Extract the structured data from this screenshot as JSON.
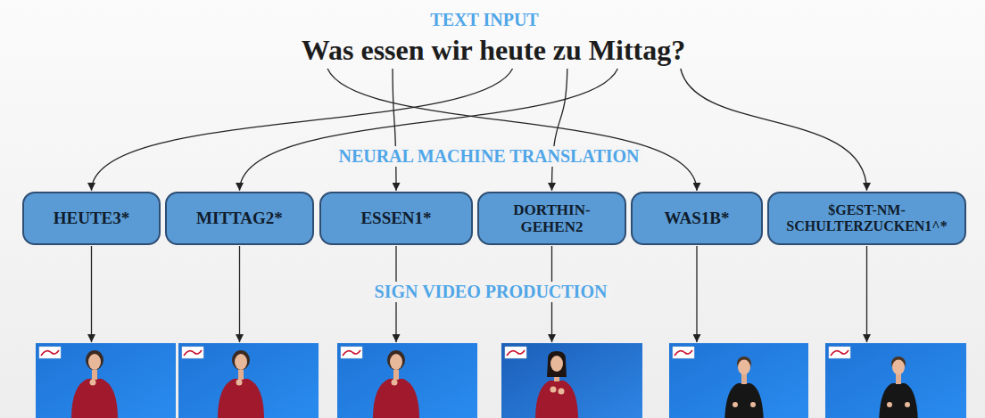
{
  "diagram": {
    "nodes": [
      {
        "text": [
          "HEUTE3*"
        ]
      },
      {
        "text": [
          "MITTAG2*"
        ]
      },
      {
        "text": [
          "ESSEN1*"
        ]
      },
      {
        "text": [
          "DORTHIN- GEHEN2"
        ]
      },
      {
        "text": [
          "WAS1B*"
        ]
      },
      {
        "text": [
          "$GEST-NM- SCHULTERZUCKEN1^*"
        ]
      }
    ],
    "labels": [
      "TEXT INPUT",
      "Was essen wir heute zu Mittag?",
      "NEURAL MACHINE TRANSLATION",
      "SIGN VIDEO PRODUCTION"
    ]
  }
}
